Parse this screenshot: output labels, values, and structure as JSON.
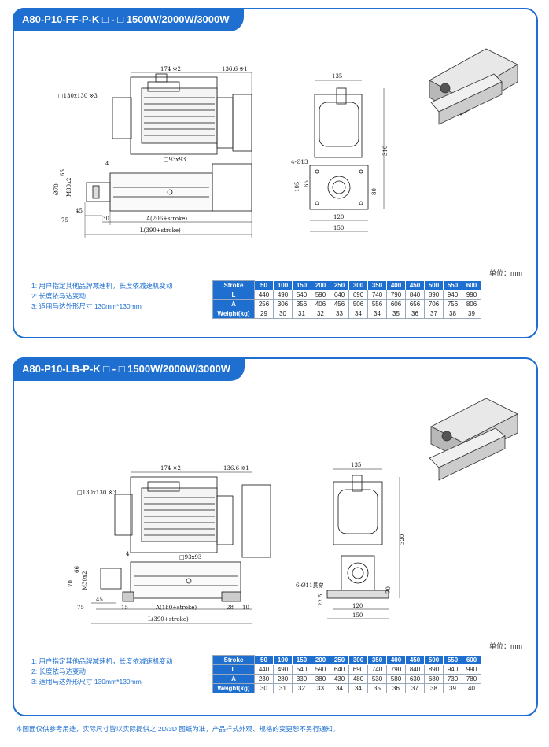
{
  "panel1": {
    "title": "A80-P10-FF-P-K □ - □ 1500W/2000W/3000W",
    "dims": {
      "d1": "174 ※2",
      "d2": "136.6 ※1",
      "d3": "□130x130 ※3",
      "d4": "□93x93",
      "d5": "4",
      "d6": "Ø70",
      "d7": "66",
      "d8": "M30x2",
      "d9": "45",
      "d10": "75",
      "d11": "30",
      "d12": "A(206+stroke)",
      "d13": "L(390+stroke)",
      "e1": "135",
      "e2": "310",
      "e3": "4-Ø13",
      "e4": "105",
      "e5": "65",
      "e6": "80",
      "e7": "120",
      "e8": "150"
    },
    "notes": [
      "1: 用户指定其他品牌减速机，长度依减速机变动",
      "2: 长度依马达变动",
      "3: 适用马达外形尺寸 130mm*130mm"
    ],
    "unit": "单位：mm",
    "table": {
      "stroke_label": "Stroke",
      "strokes": [
        "50",
        "100",
        "150",
        "200",
        "250",
        "300",
        "350",
        "400",
        "450",
        "500",
        "550",
        "600"
      ],
      "rows": [
        {
          "label": "L",
          "values": [
            "440",
            "490",
            "540",
            "590",
            "640",
            "690",
            "740",
            "790",
            "840",
            "890",
            "940",
            "990"
          ]
        },
        {
          "label": "A",
          "values": [
            "256",
            "306",
            "356",
            "406",
            "456",
            "506",
            "556",
            "606",
            "656",
            "706",
            "756",
            "806"
          ]
        },
        {
          "label": "Weight(kg)",
          "values": [
            "29",
            "30",
            "31",
            "32",
            "33",
            "34",
            "34",
            "35",
            "36",
            "37",
            "38",
            "39"
          ]
        }
      ]
    }
  },
  "panel2": {
    "title": "A80-P10-LB-P-K □ - □ 1500W/2000W/3000W",
    "dims": {
      "d1": "174 ※2",
      "d2": "136.6 ※1",
      "d3": "□130x130 ※3",
      "d4": "□93x93",
      "d5": "4",
      "d6": "70",
      "d7": "66",
      "d8": "M30x2",
      "d9": "45",
      "d10": "75",
      "d11": "15",
      "d12": "A(180+stroke)",
      "d13": "L(390+stroke)",
      "d14": "28",
      "d15": "10",
      "e1": "135",
      "e2": "320",
      "e3": "6-Ø11贯穿",
      "e4": "22.5",
      "e6": "70",
      "e7": "120",
      "e8": "150"
    },
    "notes": [
      "1: 用户指定其他品牌减速机，长度依减速机变动",
      "2: 长度依马达变动",
      "3: 适用马达外形尺寸 130mm*130mm"
    ],
    "unit": "单位：mm",
    "table": {
      "stroke_label": "Stroke",
      "strokes": [
        "50",
        "100",
        "150",
        "200",
        "250",
        "300",
        "350",
        "400",
        "450",
        "500",
        "550",
        "600"
      ],
      "rows": [
        {
          "label": "L",
          "values": [
            "440",
            "490",
            "540",
            "590",
            "640",
            "690",
            "740",
            "790",
            "840",
            "890",
            "940",
            "990"
          ]
        },
        {
          "label": "A",
          "values": [
            "230",
            "280",
            "330",
            "380",
            "430",
            "480",
            "530",
            "580",
            "630",
            "680",
            "730",
            "780"
          ]
        },
        {
          "label": "Weight(kg)",
          "values": [
            "30",
            "31",
            "32",
            "33",
            "34",
            "34",
            "35",
            "36",
            "37",
            "38",
            "39",
            "40"
          ]
        }
      ]
    }
  },
  "footer": "本图面仅供参考用途，实际尺寸皆以实际提供之 2D/3D 图纸为准，产品样式外观、规格的变更恕不另行通知。"
}
